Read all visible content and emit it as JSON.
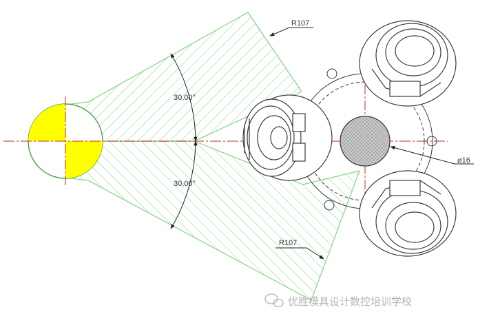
{
  "drawing": {
    "annotations": {
      "radius_top": "R107",
      "radius_bottom": "R107",
      "angle_upper": "30,00°",
      "angle_lower": "30,00°",
      "diameter": "⌀16"
    },
    "watermark": {
      "text": "优胜模具设计数控培训学校",
      "icon": "wechat-icon"
    },
    "colors": {
      "hatch": "#7ed67e",
      "highlight": "#ffff00",
      "centerline": "#d22323",
      "outline": "#3a3a3a",
      "ball": "#c8c8c8",
      "watermark": "#b4b4b4"
    }
  }
}
